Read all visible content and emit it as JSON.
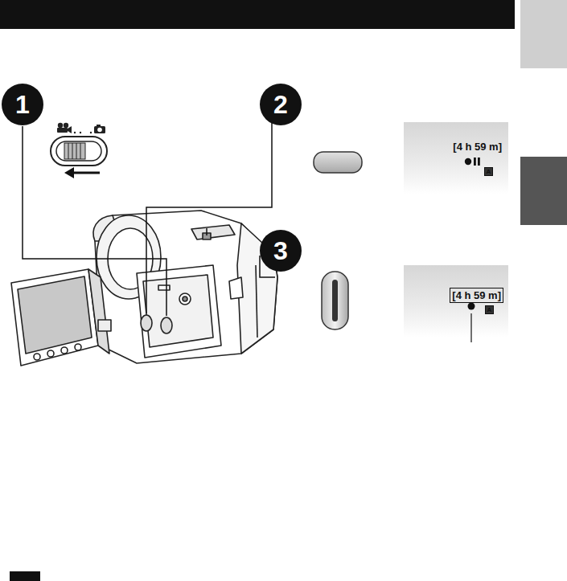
{
  "diagram": {
    "nodes": [
      {
        "text": [
          "1"
        ]
      },
      {
        "text": [
          "2"
        ]
      },
      {
        "text": [
          "3"
        ]
      },
      {
        "text": [
          "[4 h 59 m]",
          "A"
        ]
      },
      {
        "text": [
          "[4 h 59 m]",
          "A"
        ]
      }
    ]
  }
}
